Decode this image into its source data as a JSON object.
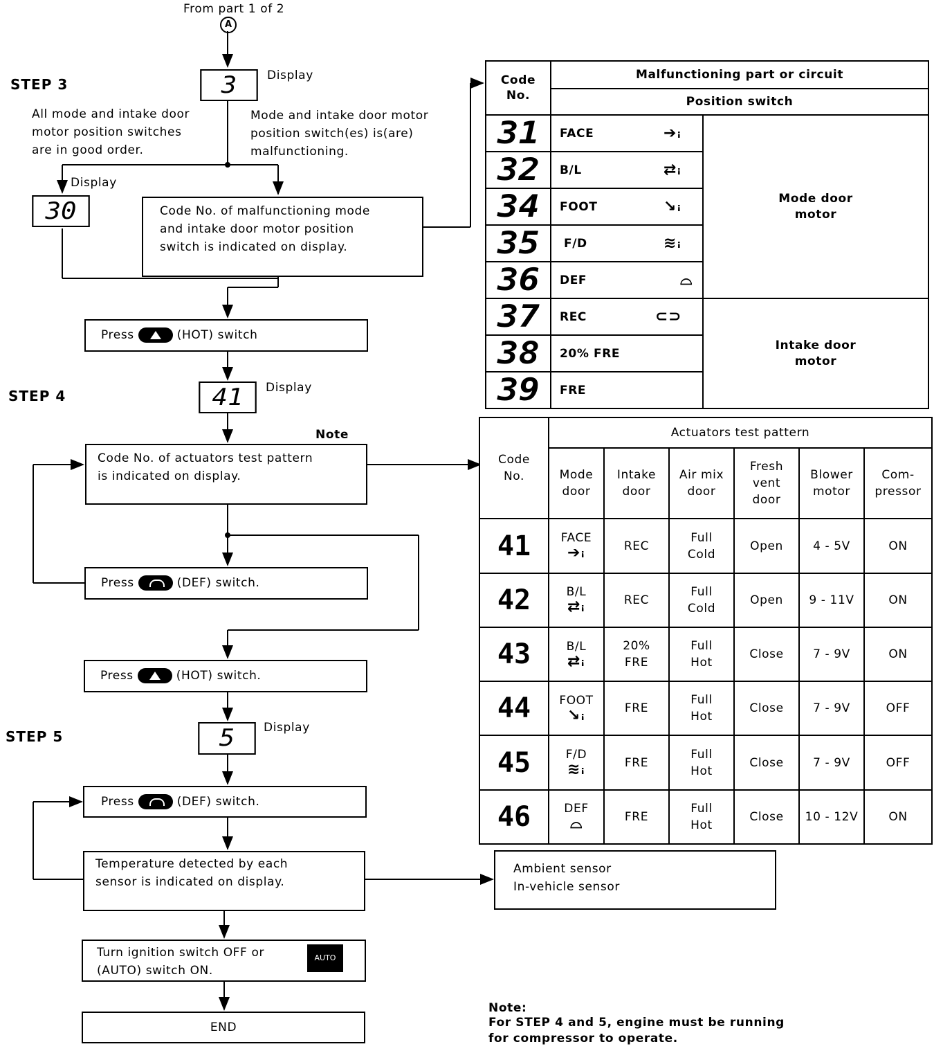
{
  "header": {
    "from_text": "From part 1 of 2",
    "connector": "A"
  },
  "step3": {
    "label": "STEP 3",
    "display_code": "3",
    "display_label": "Display",
    "left_text": "All mode and intake door\nmotor position switches\nare in good order.",
    "right_text": "Mode and intake door motor\nposition switch(es) is(are)\nmalfunctioning.",
    "display2_label": "Display",
    "display2_code": "30",
    "box_text": "Code No. of malfunctioning mode\nand intake door motor position\nswitch is indicated on display.",
    "press_text_pre": "Press",
    "press_text_post": "(HOT) switch"
  },
  "step4": {
    "label": "STEP 4",
    "display_code": "41",
    "display_label": "Display",
    "note": "Note",
    "box_text": "Code No. of actuators test pattern\nis indicated on display.",
    "press_def_pre": "Press",
    "press_def_post": "(DEF) switch.",
    "press_hot_pre": "Press",
    "press_hot_post": "(HOT) switch."
  },
  "step5": {
    "label": "STEP 5",
    "display_code": "5",
    "display_label": "Display",
    "press_def_pre": "Press",
    "press_def_post": "(DEF) switch.",
    "temp_text": "Temperature detected by each\nsensor is indicated on display.",
    "sensor_text": "Ambient sensor\nIn-vehicle sensor",
    "turn_text": "Turn ignition switch OFF or\n(AUTO) switch ON.",
    "auto_icon": "AUTO",
    "end_text": "END"
  },
  "note": {
    "title": "Note:",
    "text": "For STEP 4 and 5, engine must be running\nfor compressor to operate."
  },
  "table1": {
    "col_code": "Code\nNo.",
    "header_main": "Malfunctioning part or circuit",
    "header_sub": "Position switch",
    "rows": [
      {
        "code": "31",
        "name": "FACE",
        "icon": "face-vent-icon"
      },
      {
        "code": "32",
        "name": "B/L",
        "icon": "bilevel-vent-icon"
      },
      {
        "code": "34",
        "name": "FOOT",
        "icon": "foot-vent-icon"
      },
      {
        "code": "35",
        "name": "F/D",
        "icon": "foot-defrost-icon"
      },
      {
        "code": "36",
        "name": "DEF",
        "icon": "defrost-icon"
      },
      {
        "code": "37",
        "name": "REC",
        "icon": "recirculation-icon"
      },
      {
        "code": "38",
        "name": "20% FRE",
        "icon": ""
      },
      {
        "code": "39",
        "name": "FRE",
        "icon": ""
      }
    ],
    "group_mode": "Mode door\nmotor",
    "group_intake": "Intake door\nmotor"
  },
  "table2": {
    "col_code": "Code\nNo.",
    "header_main": "Actuators test pattern",
    "columns": [
      "Mode\ndoor",
      "Intake\ndoor",
      "Air mix\ndoor",
      "Fresh\nvent\ndoor",
      "Blower\nmotor",
      "Com-\npressor"
    ],
    "rows": [
      {
        "code": "41",
        "mode": "FACE",
        "mode_icon": "face-vent-icon",
        "intake": "REC",
        "airmix": "Full\nCold",
        "fresh": "Open",
        "blower": "4 - 5V",
        "comp": "ON"
      },
      {
        "code": "42",
        "mode": "B/L",
        "mode_icon": "bilevel-vent-icon",
        "intake": "REC",
        "airmix": "Full\nCold",
        "fresh": "Open",
        "blower": "9 - 11V",
        "comp": "ON"
      },
      {
        "code": "43",
        "mode": "B/L",
        "mode_icon": "bilevel-vent-icon",
        "intake": "20%\nFRE",
        "airmix": "Full\nHot",
        "fresh": "Close",
        "blower": "7 - 9V",
        "comp": "ON"
      },
      {
        "code": "44",
        "mode": "FOOT",
        "mode_icon": "foot-vent-icon",
        "intake": "FRE",
        "airmix": "Full\nHot",
        "fresh": "Close",
        "blower": "7 - 9V",
        "comp": "OFF"
      },
      {
        "code": "45",
        "mode": "F/D",
        "mode_icon": "foot-defrost-icon",
        "intake": "FRE",
        "airmix": "Full\nHot",
        "fresh": "Close",
        "blower": "7 - 9V",
        "comp": "OFF"
      },
      {
        "code": "46",
        "mode": "DEF",
        "mode_icon": "defrost-icon",
        "intake": "FRE",
        "airmix": "Full\nHot",
        "fresh": "Close",
        "blower": "10 - 12V",
        "comp": "ON"
      }
    ]
  }
}
